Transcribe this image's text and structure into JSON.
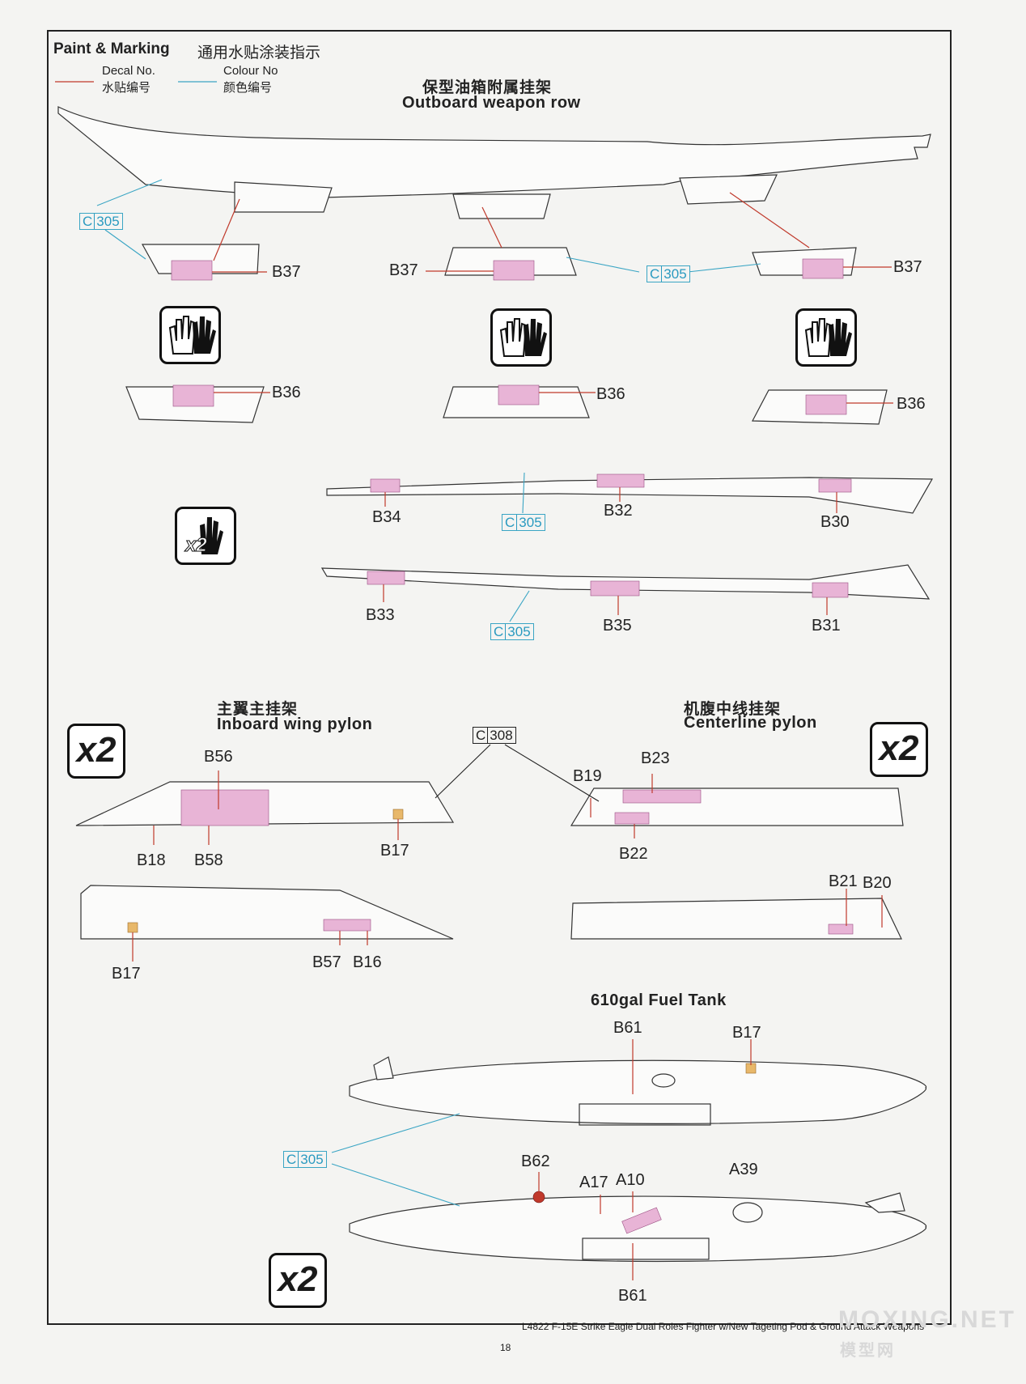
{
  "header": {
    "title_en": "Paint & Marking",
    "title_cn": "通用水贴涂装指示",
    "legend": {
      "decal_en": "Decal No.",
      "decal_cn": "水贴编号",
      "decal_color": "#c0392b",
      "colour_en": "Colour No",
      "colour_cn": "颜色编号",
      "colour_color": "#3aa5c4"
    }
  },
  "sections": {
    "outboard": {
      "cn": "保型油箱附属挂架",
      "en": "Outboard weapon row"
    },
    "inboard": {
      "cn": "主翼主挂架",
      "en": "Inboard wing pylon"
    },
    "centerline": {
      "cn": "机腹中线挂架",
      "en": "Centerline pylon"
    },
    "fuel_tank": {
      "en": "610gal Fuel Tank"
    }
  },
  "colour_refs": {
    "c305_prefix": "C",
    "c305_num": "305",
    "c308_prefix": "C",
    "c308_num": "308"
  },
  "multipliers": {
    "x2": "x2"
  },
  "decals": {
    "B37": "B37",
    "B36": "B36",
    "B34": "B34",
    "B32": "B32",
    "B30": "B30",
    "B33": "B33",
    "B35": "B35",
    "B31": "B31",
    "B56": "B56",
    "B18": "B18",
    "B58": "B58",
    "B17": "B17",
    "B57": "B57",
    "B16": "B16",
    "B23": "B23",
    "B19": "B19",
    "B22": "B22",
    "B21": "B21",
    "B20": "B20",
    "B61": "B61",
    "B62": "B62",
    "A17": "A17",
    "A10": "A10",
    "A39": "A39"
  },
  "footer": {
    "text": "L4822  F-15E Strike Eagle Dual Roles Fighter w/New Tageting Pod & Ground Attack Weapons",
    "page": "18"
  },
  "watermark": {
    "en": "MOXING.NET",
    "cn": "模型网"
  }
}
